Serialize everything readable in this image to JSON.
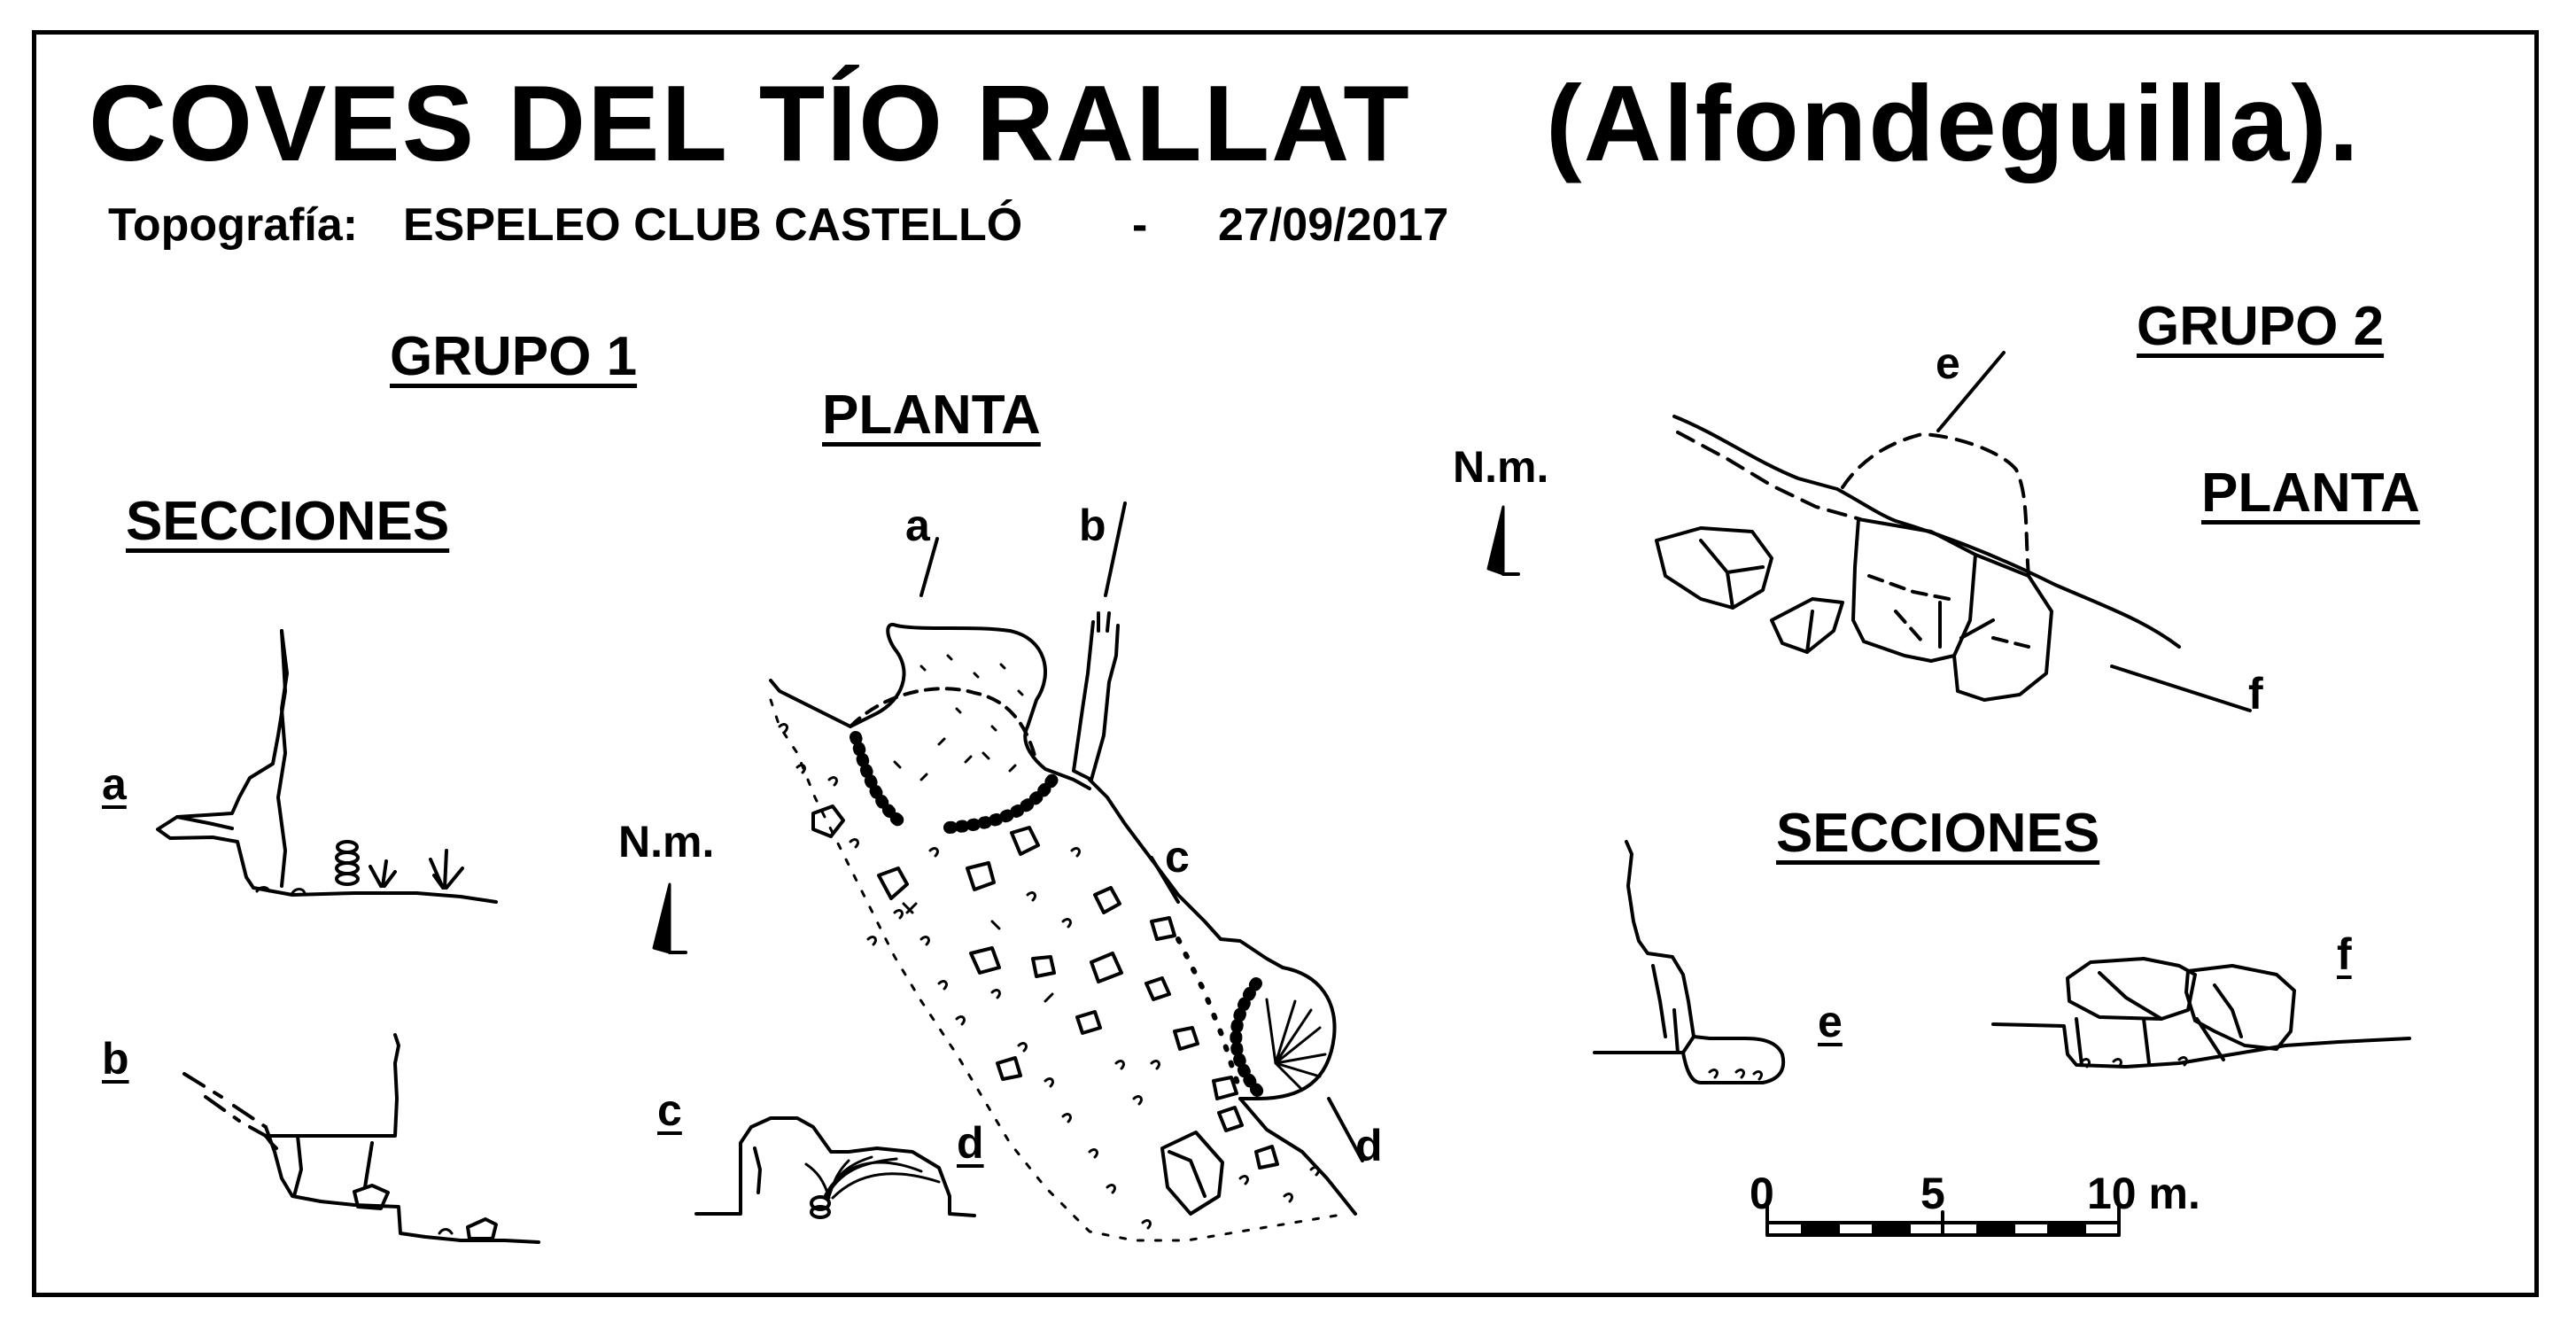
{
  "title": "COVES  DEL  TÍO  RALLAT",
  "location": "(Alfondeguilla).",
  "topography": {
    "label": "Topografía:",
    "club": "ESPELEO CLUB CASTELLÓ",
    "separator": "-",
    "date": "27/09/2017"
  },
  "grupo1": {
    "title": "GRUPO  1",
    "plan_title": "PLANTA",
    "sections_title": "SECCIONES",
    "north": "N.m.",
    "section_labels": [
      "a",
      "b",
      "c",
      "d"
    ],
    "plan_labels": [
      "a",
      "b",
      "c",
      "d"
    ]
  },
  "grupo2": {
    "title": "GRUPO  2",
    "plan_title": "PLANTA",
    "sections_title": "SECCIONES",
    "north": "N.m.",
    "section_labels": [
      "e",
      "f"
    ],
    "plan_labels": [
      "e",
      "f"
    ]
  },
  "scale": {
    "ticks": [
      "0",
      "5",
      "10 m."
    ]
  },
  "colors": {
    "ink": "#000000",
    "paper": "#ffffff"
  }
}
